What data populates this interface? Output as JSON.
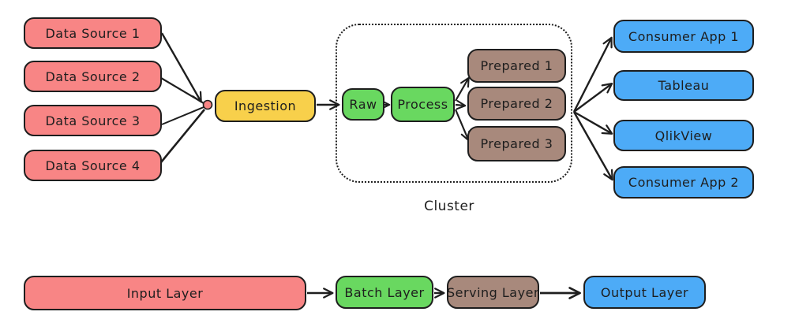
{
  "colors": {
    "canvas": "#ffffff",
    "stroke": "#1e1e1e",
    "red": "#f88585",
    "yellow": "#f8d04b",
    "green": "#69d860",
    "brown": "#a8897c",
    "blue": "#4dabf7"
  },
  "flow_diagram": {
    "data_sources": [
      "Data Source 1",
      "Data Source 2",
      "Data Source 3",
      "Data Source 4"
    ],
    "ingestion_label": "Ingestion",
    "cluster": {
      "caption": "Cluster",
      "raw_label": "Raw",
      "process_label": "Process",
      "prepared": [
        "Prepared 1",
        "Prepared 2",
        "Prepared 3"
      ]
    },
    "consumers": [
      "Consumer App 1",
      "Tableau",
      "QlikView",
      "Consumer App 2"
    ]
  },
  "lambda_layers": [
    "Input Layer",
    "Batch Layer",
    "Serving Layer",
    "Output Layer"
  ]
}
